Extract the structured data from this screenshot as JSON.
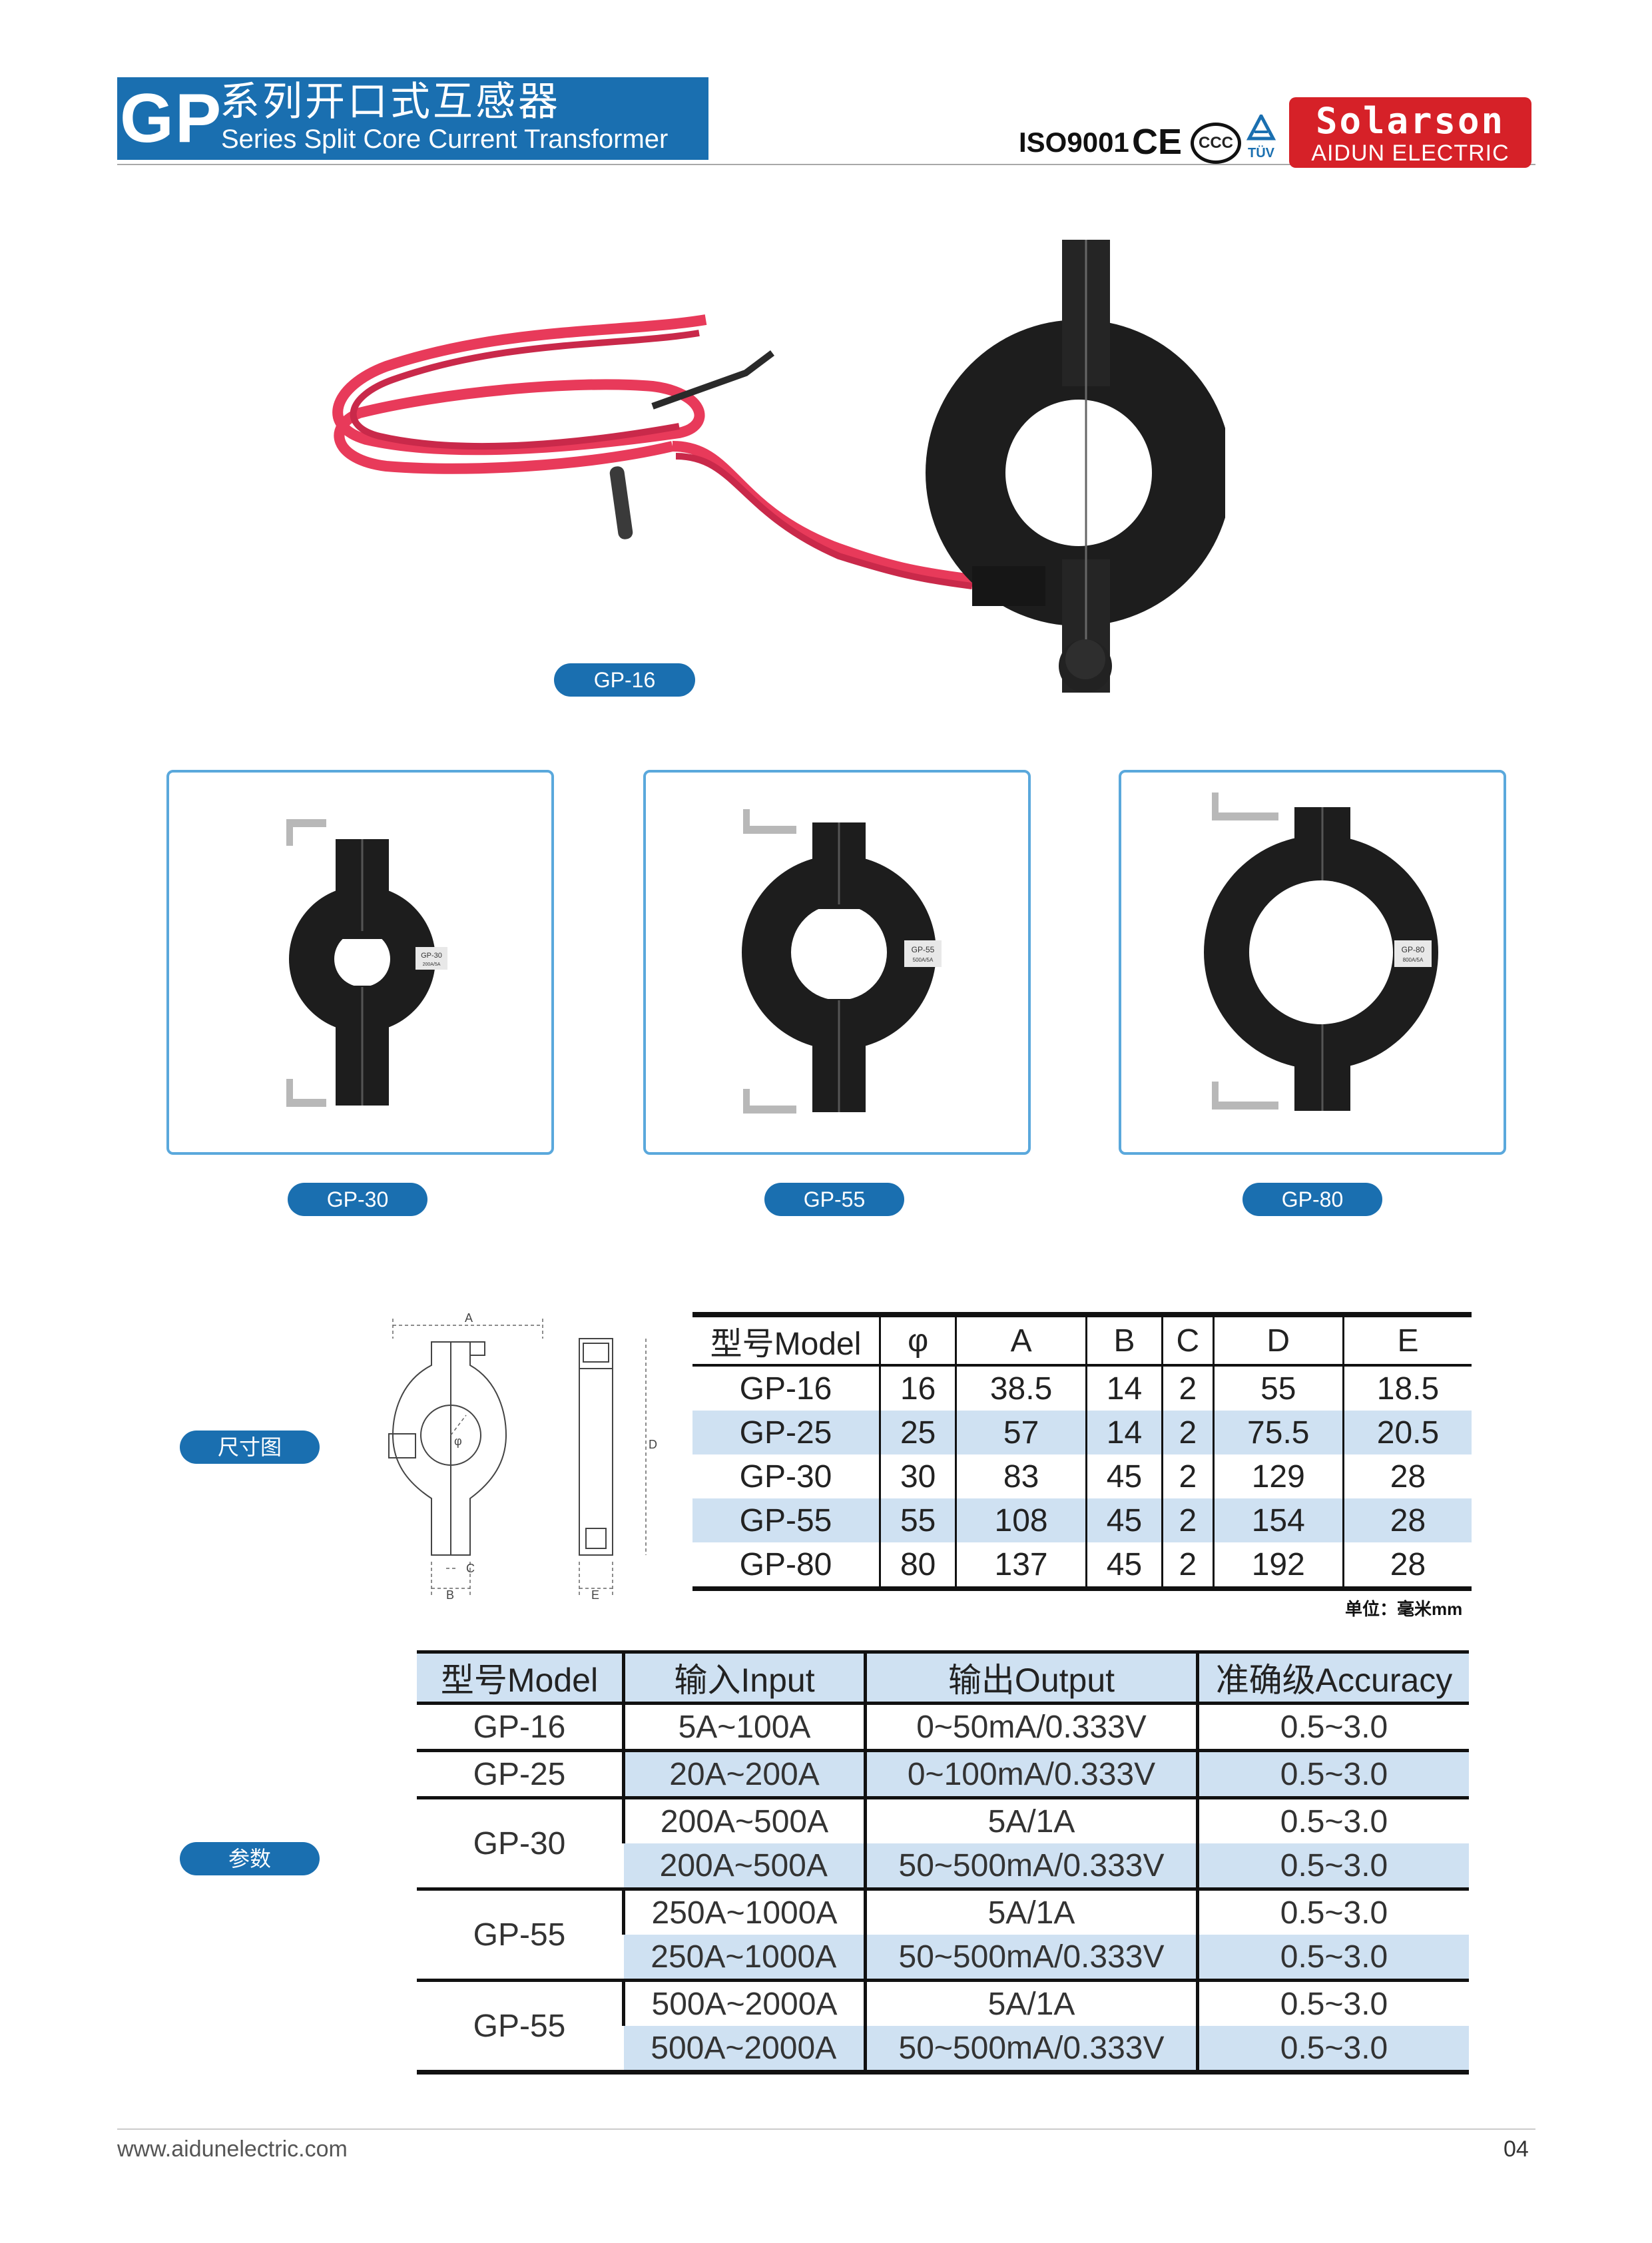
{
  "header": {
    "series_code": "GP",
    "title_cn": "系列开口式互感器",
    "title_en": "Series Split Core Current Transformer",
    "cert_iso": "ISO9001",
    "cert_ce": "CE",
    "cert_ccc": "CCC",
    "cert_tuv": "TÜV",
    "brand_name": "Solarson",
    "brand_sub": "AIDUN ELECTRIC"
  },
  "colors": {
    "accent_blue": "#1a6fb0",
    "brand_red": "#d62128",
    "row_shade": "#cfe1f2",
    "wire_red": "#e83a5a"
  },
  "products": {
    "main_label": "GP-16",
    "items": [
      {
        "label": "GP-30",
        "tag_model": "GP-30",
        "tag_rating": "200A/5A"
      },
      {
        "label": "GP-55",
        "tag_model": "GP-55",
        "tag_rating": "500A/5A"
      },
      {
        "label": "GP-80",
        "tag_model": "GP-80",
        "tag_rating": "800A/5A"
      }
    ]
  },
  "dimensions": {
    "section_label": "尺寸图",
    "drawing_labels": {
      "A": "A",
      "B": "B",
      "C": "C",
      "D": "D",
      "E": "E",
      "phi": "φ"
    },
    "headers": [
      "型号Model",
      "φ",
      "A",
      "B",
      "C",
      "D",
      "E"
    ],
    "rows": [
      [
        "GP-16",
        "16",
        "38.5",
        "14",
        "2",
        "55",
        "18.5"
      ],
      [
        "GP-25",
        "25",
        "57",
        "14",
        "2",
        "75.5",
        "20.5"
      ],
      [
        "GP-30",
        "30",
        "83",
        "45",
        "2",
        "129",
        "28"
      ],
      [
        "GP-55",
        "55",
        "108",
        "45",
        "2",
        "154",
        "28"
      ],
      [
        "GP-80",
        "80",
        "137",
        "45",
        "2",
        "192",
        "28"
      ]
    ],
    "unit_note": "单位：毫米mm"
  },
  "params": {
    "section_label": "参数",
    "headers": [
      "型号Model",
      "输入Input",
      "输出Output",
      "准确级Accuracy"
    ],
    "groups": [
      {
        "model": "GP-16",
        "rows": [
          {
            "input": "5A~100A",
            "output": "0~50mA/0.333V",
            "accuracy": "0.5~3.0"
          }
        ]
      },
      {
        "model": "GP-25",
        "rows": [
          {
            "input": "20A~200A",
            "output": "0~100mA/0.333V",
            "accuracy": "0.5~3.0"
          }
        ]
      },
      {
        "model": "GP-30",
        "rows": [
          {
            "input": "200A~500A",
            "output": "5A/1A",
            "accuracy": "0.5~3.0"
          },
          {
            "input": "200A~500A",
            "output": "50~500mA/0.333V",
            "accuracy": "0.5~3.0"
          }
        ]
      },
      {
        "model": "GP-55",
        "rows": [
          {
            "input": "250A~1000A",
            "output": "5A/1A",
            "accuracy": "0.5~3.0"
          },
          {
            "input": "250A~1000A",
            "output": "50~500mA/0.333V",
            "accuracy": "0.5~3.0"
          }
        ]
      },
      {
        "model": "GP-55",
        "rows": [
          {
            "input": "500A~2000A",
            "output": "5A/1A",
            "accuracy": "0.5~3.0"
          },
          {
            "input": "500A~2000A",
            "output": "50~500mA/0.333V",
            "accuracy": "0.5~3.0"
          }
        ]
      }
    ]
  },
  "footer": {
    "url": "www.aidunelectric.com",
    "page": "04"
  }
}
